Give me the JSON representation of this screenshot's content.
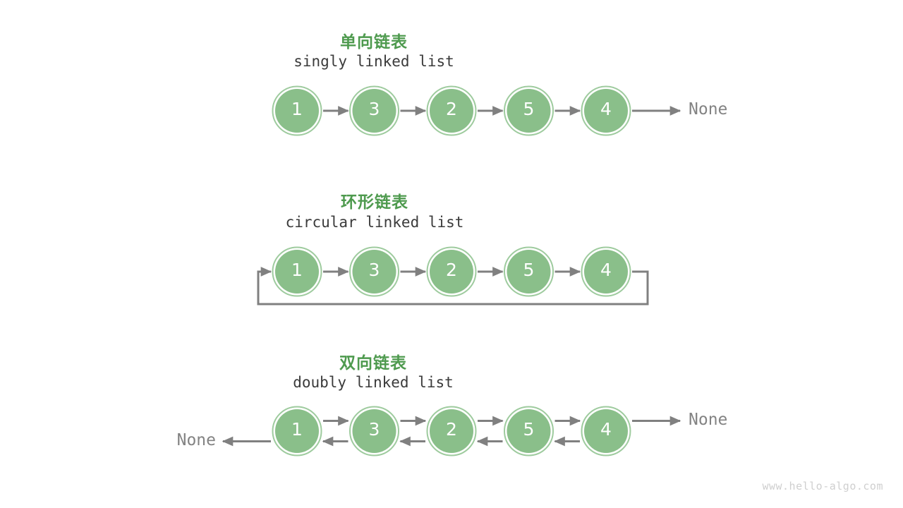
{
  "page": {
    "background": "#ffffff",
    "watermark": "www.hello-algo.com"
  },
  "colors": {
    "node_fill": "#8abf8a",
    "node_ring": "#9ecb9e",
    "node_text": "#ffffff",
    "title_green": "#4e9a4e",
    "subtitle_gray": "#3b3b3b",
    "arrow_gray": "#808080",
    "none_gray": "#838383",
    "watermark_gray": "#cfcfcf"
  },
  "sections": [
    {
      "id": "singly",
      "title_cn": "单向链表",
      "title_en": "singly linked list",
      "nodes": [
        "1",
        "3",
        "2",
        "5",
        "4"
      ],
      "tail_label": "None",
      "head_label": null,
      "loop": false
    },
    {
      "id": "circular",
      "title_cn": "环形链表",
      "title_en": "circular linked list",
      "nodes": [
        "1",
        "3",
        "2",
        "5",
        "4"
      ],
      "tail_label": null,
      "head_label": null,
      "loop": true
    },
    {
      "id": "doubly",
      "title_cn": "双向链表",
      "title_en": "doubly linked list",
      "nodes": [
        "1",
        "3",
        "2",
        "5",
        "4"
      ],
      "tail_label": "None",
      "head_label": "None",
      "loop": false
    }
  ]
}
